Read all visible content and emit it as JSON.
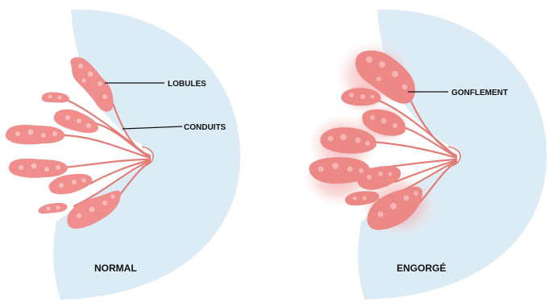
{
  "labels": {
    "lobules": "LOBULES",
    "conduits": "CONDUITS",
    "normal": "NORMAL",
    "gonflement": "GONFLEMENT",
    "engorge": "ENGORGÉ"
  },
  "colors": {
    "tissue": "#dcecf6",
    "lobule": "#ef8f8f",
    "lobule_light": "#f6b5b3",
    "duct": "#e57c78",
    "swelling": "#f3a9a9",
    "text": "#111111"
  }
}
